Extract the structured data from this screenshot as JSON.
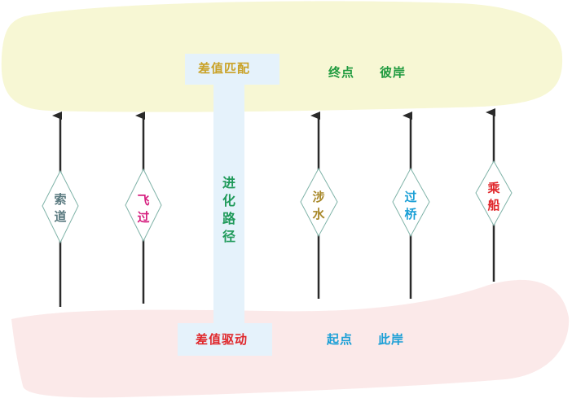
{
  "diagram": {
    "top_region": {
      "fill": "#f7f7d4",
      "match_box": {
        "label": "差值匹配",
        "color": "#c9a227"
      },
      "endpoint": {
        "label_a": "终点",
        "label_b": "彼岸",
        "color": "#1f9a3e"
      }
    },
    "bottom_region": {
      "fill": "#fbe9e9",
      "drive_box": {
        "label": "差值驱动",
        "color": "#e0262a"
      },
      "startpoint": {
        "label_a": "起点",
        "label_b": "此岸",
        "color": "#1a9fd6"
      }
    },
    "evolution_path": {
      "fill": "#e5f2fb",
      "chars": [
        "进",
        "化",
        "路",
        "径"
      ],
      "color": "#1f9a5a"
    },
    "paths": [
      {
        "chars": [
          "索",
          "道"
        ],
        "color": "#5a7a80"
      },
      {
        "chars": [
          "飞",
          "过"
        ],
        "color": "#d61f7f"
      },
      {
        "chars": [
          "涉",
          "水"
        ],
        "color": "#a8882a"
      },
      {
        "chars": [
          "过",
          "桥"
        ],
        "color": "#1a9fd6"
      },
      {
        "chars": [
          "乘",
          "船"
        ],
        "color": "#e0262a"
      }
    ],
    "arrow_color": "#2a2a2a",
    "diamond_stroke": "#7fb3a8"
  }
}
